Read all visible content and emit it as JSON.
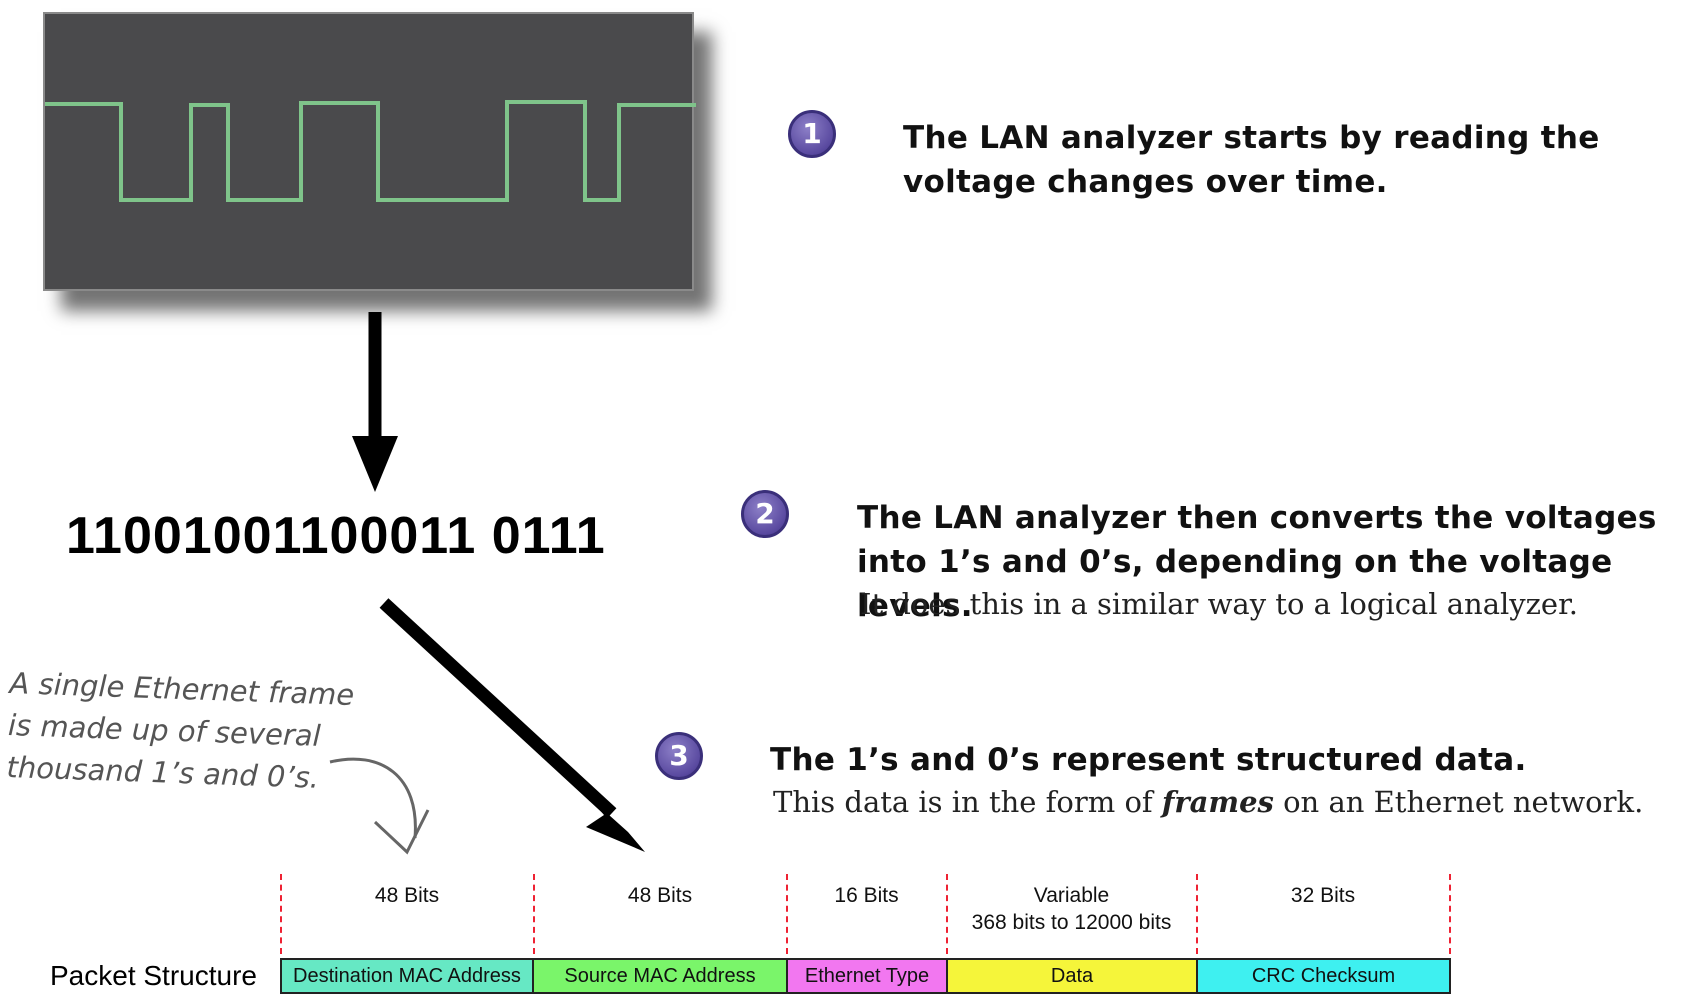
{
  "steps": [
    {
      "number": "1",
      "text": "The LAN analyzer starts by reading the voltage changes over time.",
      "detail": ""
    },
    {
      "number": "2",
      "text": "The LAN analyzer then converts the voltages into 1’s and 0’s, depending on the voltage levels.",
      "detail": "It does this in a similar way to a logical analyzer."
    },
    {
      "number": "3",
      "text": "The 1’s and 0’s represent structured data.",
      "detail_before": "This data is in the form of ",
      "detail_emphasis": "frames",
      "detail_after": " on an Ethernet network."
    }
  ],
  "binary": "11001001100011 0111",
  "note": {
    "line1": "A single Ethernet frame",
    "line2": "is made up of several",
    "line3": "thousand 1’s and 0’s."
  },
  "packet": {
    "label": "Packet Structure",
    "fields": [
      {
        "name": "Destination MAC Address",
        "size": "48 Bits",
        "size2": "",
        "color": "#66e8c4"
      },
      {
        "name": "Source MAC Address",
        "size": "48 Bits",
        "size2": "",
        "color": "#7af56a"
      },
      {
        "name": "Ethernet Type",
        "size": "16 Bits",
        "size2": "",
        "color": "#f277f0"
      },
      {
        "name": "Data",
        "size": "Variable",
        "size2": "368 bits to 12000 bits",
        "color": "#f5f53a"
      },
      {
        "name": "CRC Checksum",
        "size": "32 Bits",
        "size2": "",
        "color": "#3ef0f0"
      }
    ]
  },
  "colors": {
    "waveform": "#7fc48a",
    "badge": "#5a4aa0",
    "divider": "#e23333"
  }
}
